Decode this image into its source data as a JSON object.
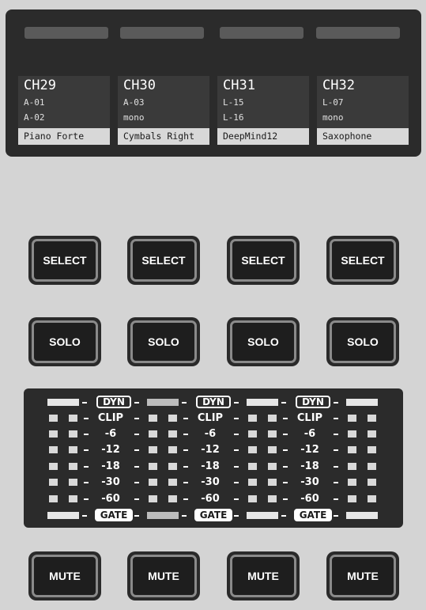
{
  "channels": [
    {
      "id": "CH29",
      "line1": "A-01",
      "line2": "A-02",
      "name": "Piano Forte"
    },
    {
      "id": "CH30",
      "line1": "A-03",
      "line2": "mono",
      "name": "Cymbals Right"
    },
    {
      "id": "CH31",
      "line1": "L-15",
      "line2": "L-16",
      "name": "DeepMind12"
    },
    {
      "id": "CH32",
      "line1": "L-07",
      "line2": "mono",
      "name": "Saxophone"
    }
  ],
  "buttons": {
    "select": "SELECT",
    "solo": "SOLO",
    "mute": "MUTE"
  },
  "meter": {
    "dyn_label": "DYN",
    "gate_label": "GATE",
    "levels": [
      "CLIP",
      "-6",
      "-12",
      "-18",
      "-30",
      "-60"
    ]
  },
  "colors": {
    "panel": "#d4d4d4",
    "display": "#2b2b2b",
    "button_ring": "#8a8a8a"
  }
}
